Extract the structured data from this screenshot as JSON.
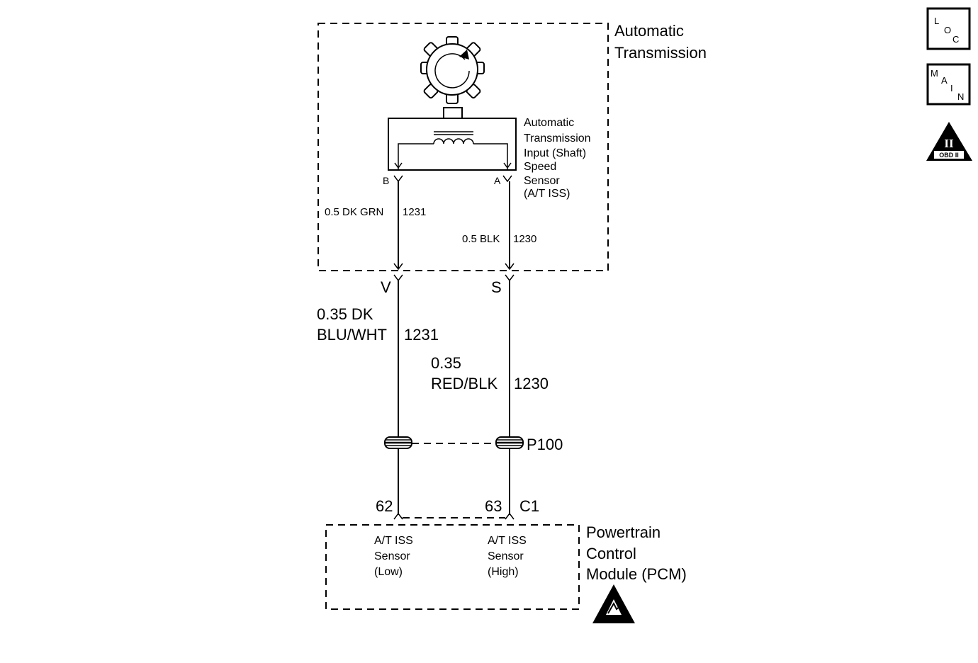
{
  "icons": {
    "loc": [
      "L",
      "O",
      "C"
    ],
    "main": [
      "M",
      "A",
      "I",
      "N"
    ],
    "obd": {
      "numeral": "II",
      "text": "OBD II"
    }
  },
  "transmission": {
    "title_line1": "Automatic",
    "title_line2": "Transmission",
    "sensor": {
      "line1": "Automatic",
      "line2": "Transmission",
      "line3": "Input (Shaft)",
      "line4": "Speed",
      "line5": "Sensor",
      "line6": "(A/T ISS)",
      "pin_b": "B",
      "pin_a": "A"
    },
    "wire_left": "0.5 DK GRN",
    "wire_left_circuit": "1231",
    "wire_right": "0.5 BLK",
    "wire_right_circuit": "1230"
  },
  "connector": {
    "pin_v": "V",
    "pin_s": "S"
  },
  "harness": {
    "left_line1": "0.35 DK",
    "left_line2": "BLU/WHT",
    "left_circuit": "1231",
    "right_line1": "0.35",
    "right_line2": "RED/BLK",
    "right_circuit": "1230",
    "splice": "P100"
  },
  "pcm": {
    "pin_left": "62",
    "pin_right": "63",
    "connector": "C1",
    "title_line1": "Powertrain",
    "title_line2": "Control",
    "title_line3": "Module (PCM)",
    "left_line1": "A/T ISS",
    "left_line2": "Sensor",
    "left_line3": "(Low)",
    "right_line1": "A/T ISS",
    "right_line2": "Sensor",
    "right_line3": "(High)"
  }
}
